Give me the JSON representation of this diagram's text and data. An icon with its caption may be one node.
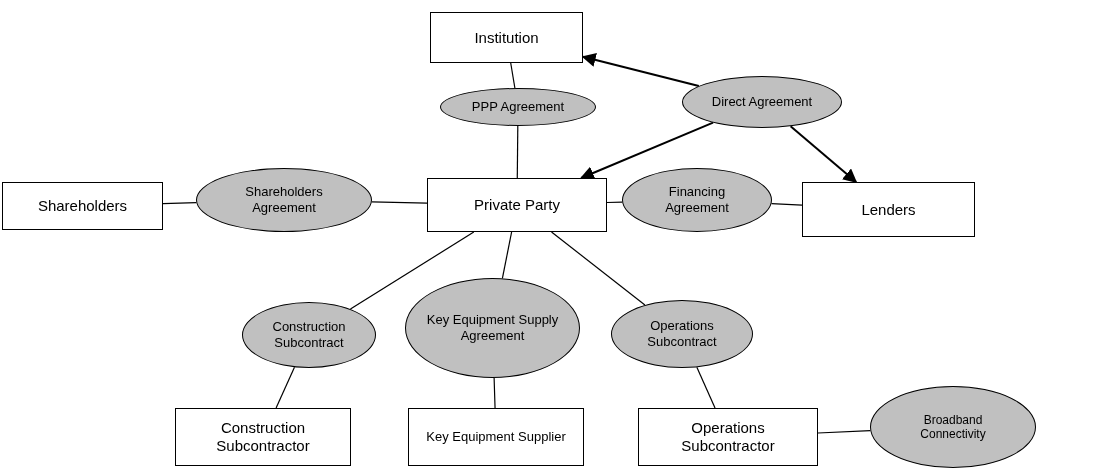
{
  "diagram": {
    "nodes": [
      {
        "text": [
          "Institution"
        ]
      },
      {
        "text": [
          "PPP Agreement"
        ]
      },
      {
        "text": [
          "Direct Agreement"
        ]
      },
      {
        "text": [
          "Shareholders"
        ]
      },
      {
        "text": [
          "Shareholders Agreement"
        ]
      },
      {
        "text": [
          "Private Party"
        ]
      },
      {
        "text": [
          "Financing Agreement"
        ]
      },
      {
        "text": [
          "Lenders"
        ]
      },
      {
        "text": [
          "Construction Subcontract"
        ]
      },
      {
        "text": [
          "Key Equipment Supply Agreement"
        ]
      },
      {
        "text": [
          "Operations Subcontract"
        ]
      },
      {
        "text": [
          "Construction Subcontractor"
        ]
      },
      {
        "text": [
          "Key Equipment Supplier"
        ]
      },
      {
        "text": [
          "Operations Subcontractor"
        ]
      },
      {
        "text": [
          "Broadband Connectivity"
        ]
      }
    ],
    "edges": [
      {
        "from": 0,
        "to": 1,
        "arrow": "none"
      },
      {
        "from": 1,
        "to": 5,
        "arrow": "none"
      },
      {
        "from": 2,
        "to": 0,
        "arrow": "to"
      },
      {
        "from": 2,
        "to": 5,
        "arrow": "to"
      },
      {
        "from": 2,
        "to": 7,
        "arrow": "to"
      },
      {
        "from": 3,
        "to": 4,
        "arrow": "none"
      },
      {
        "from": 4,
        "to": 5,
        "arrow": "none"
      },
      {
        "from": 5,
        "to": 6,
        "arrow": "none"
      },
      {
        "from": 6,
        "to": 7,
        "arrow": "none"
      },
      {
        "from": 5,
        "to": 8,
        "arrow": "none"
      },
      {
        "from": 5,
        "to": 9,
        "arrow": "none"
      },
      {
        "from": 5,
        "to": 10,
        "arrow": "none"
      },
      {
        "from": 8,
        "to": 11,
        "arrow": "none"
      },
      {
        "from": 9,
        "to": 12,
        "arrow": "none"
      },
      {
        "from": 10,
        "to": 13,
        "arrow": "none"
      },
      {
        "from": 13,
        "to": 14,
        "arrow": "none"
      }
    ]
  }
}
